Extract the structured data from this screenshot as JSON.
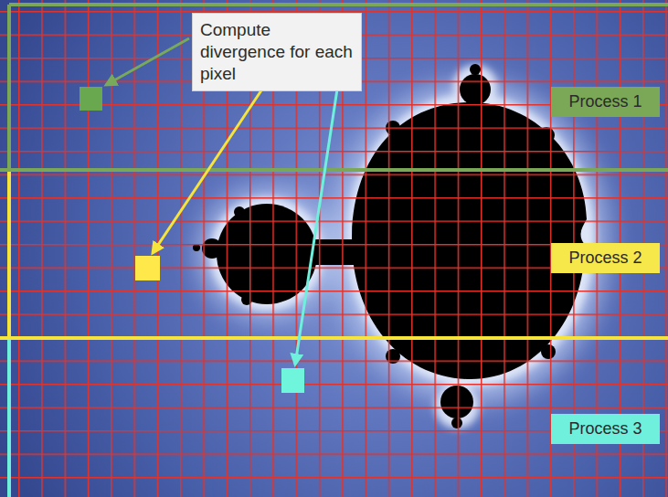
{
  "diagram": {
    "nodes": [
      {
        "text": [
          "Compute divergence for each pixel"
        ]
      },
      {
        "text": [
          "Process 1"
        ]
      },
      {
        "text": [
          "Process 2"
        ]
      },
      {
        "text": [
          "Process 3"
        ]
      }
    ]
  }
}
